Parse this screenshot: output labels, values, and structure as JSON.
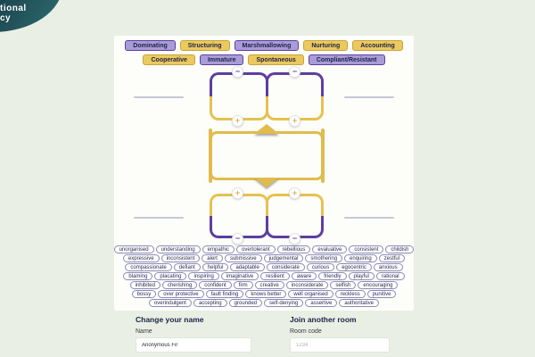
{
  "logo": {
    "line1": "tional",
    "line2": "cy"
  },
  "colors": {
    "page_bg": "#e9efe4",
    "panel_bg": "#fdfdfa",
    "purple_fill": "#a99cd8",
    "purple_border": "#5d3f9e",
    "gold_fill": "#ebc95f",
    "gold_border": "#c8a43c",
    "navy_text": "#1d2146",
    "teal_logo_dark": "#12303d",
    "teal_logo_light": "#2d6a6e",
    "blank_line": "#c6c8d6",
    "chip_border": "#8d89b8"
  },
  "mode_buttons": {
    "rows": [
      [
        {
          "label": "Dominating",
          "color": "purple"
        },
        {
          "label": "Structuring",
          "color": "gold"
        },
        {
          "label": "Marshmallowing",
          "color": "purple"
        },
        {
          "label": "Nurturing",
          "color": "gold"
        },
        {
          "label": "Accounting",
          "color": "gold"
        }
      ],
      [
        {
          "label": "Cooperative",
          "color": "gold"
        },
        {
          "label": "Immature",
          "color": "purple"
        },
        {
          "label": "Spontaneous",
          "color": "gold"
        },
        {
          "label": "Compliant/Resistant",
          "color": "purple"
        }
      ]
    ]
  },
  "diagram": {
    "signs": {
      "minus": "−",
      "plus": "+"
    }
  },
  "word_bank": {
    "rows": [
      [
        "unorganised",
        "understanding",
        "empathic",
        "overtolerant",
        "rebellious",
        "evaluative",
        "consistent",
        "childish"
      ],
      [
        "expressive",
        "inconsistent",
        "alert",
        "submissive",
        "judgemental",
        "smothering",
        "enquiring",
        "zestful"
      ],
      [
        "compassionate",
        "defiant",
        "helpful",
        "adaptable",
        "considerate",
        "curious",
        "egocentric",
        "anxious"
      ],
      [
        "blaming",
        "placating",
        "inspiring",
        "imaginative",
        "resilient",
        "aware",
        "friendly",
        "playful",
        "rational"
      ],
      [
        "inhibited",
        "cherishing",
        "confident",
        "firm",
        "creative",
        "inconsiderate",
        "selfish",
        "encouraging"
      ],
      [
        "bossy",
        "over protective",
        "fault finding",
        "knows better",
        "well organised",
        "reckless",
        "punitive"
      ],
      [
        "overindulgent",
        "accepting",
        "grounded",
        "self-denying",
        "assertive",
        "authoritative"
      ]
    ]
  },
  "forms": {
    "change_name": {
      "heading": "Change your name",
      "label": "Name",
      "value": "Anonymous Fir"
    },
    "join_room": {
      "heading": "Join another room",
      "label": "Room code",
      "placeholder": "1234"
    }
  }
}
